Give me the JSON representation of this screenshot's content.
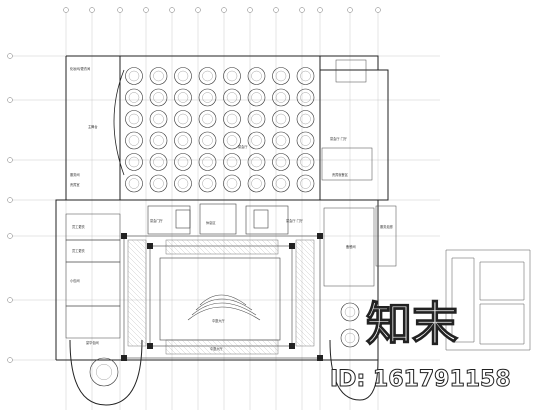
{
  "rooms": {
    "control_room": "化妆间/更衣间",
    "stage": "主舞台",
    "storage": "服务间",
    "prep_room": "贵宾室",
    "banquet_hall": "宴会厅",
    "banquet_foyer": "宴会厅 门厅",
    "vip_dining": "贵宾就餐区",
    "cloak_left": "宴会门厅",
    "cloak_right": "宴会厅 门厅",
    "elevator_hall": "休息区",
    "staff_a": "员工更衣",
    "staff_b": "员工更衣",
    "storage_right": "备餐间",
    "lobby": "中庭大厅",
    "stair_hall": "中庭大厅",
    "vip_room": "小包间",
    "vip_room_b": "豪华包间",
    "corridor_right": "服务走廊"
  },
  "watermark": {
    "brand": "知末",
    "id": "ID: 161791158"
  }
}
